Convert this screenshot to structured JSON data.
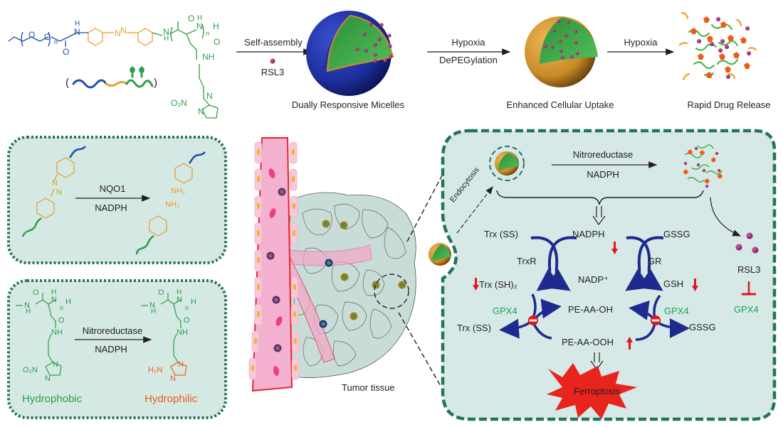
{
  "top_row": {
    "polymer": {
      "structure_labels": {
        "methoxy_o": "O",
        "peg_o": "O",
        "peg_n": "n",
        "amide_nh": "N",
        "amide_h": "H",
        "amide_o": "O",
        "azo_n1": "N",
        "azo_n2": "N",
        "nh_left": "N",
        "nh_left_h": "H",
        "backbone_nh": "N",
        "backbone_h": "H",
        "backbone_n": "n",
        "side_o": "O",
        "side_nh": "NH",
        "nitro": "O₂N",
        "ring_n1": "N",
        "ring_n2": "N"
      },
      "colors": {
        "peg": "#1f4ea8",
        "azo": "#e8a030",
        "pasp": "#2e9e48"
      }
    },
    "steps": [
      {
        "above": "Self-assembly",
        "below": "RSL3"
      },
      {
        "above": "Hypoxia",
        "below": "DePEGylation"
      },
      {
        "above": "Hypoxia",
        "below": ""
      }
    ],
    "captions": [
      "Dually Responsive Micelles",
      "Enhanced Cellular Uptake",
      "Rapid Drug Release"
    ]
  },
  "panel_azo": {
    "reagent_above": "NQO1",
    "reagent_below": "NADPH",
    "left_labels": {
      "n1": "N",
      "n2": "N"
    },
    "right_labels": {
      "nh2_a": "NH₂",
      "nh2_b": "NH₂"
    }
  },
  "panel_nitro": {
    "reagent_above": "Nitroreductase",
    "reagent_below": "NADPH",
    "left_label": "Hydrophobic",
    "right_label": "Hydrophilic",
    "left_struct": {
      "nh": "N",
      "h": "H",
      "nh2": "N",
      "h2": "H",
      "n": "n",
      "o1": "O",
      "o2": "O",
      "side_nh": "NH",
      "nitro": "O₂N",
      "ring_n1": "N",
      "ring_n2": "N"
    },
    "right_struct": {
      "nh": "N",
      "h": "H",
      "nh2": "N",
      "h2": "H",
      "n": "n",
      "o1": "O",
      "o2": "O",
      "side_nh": "NH",
      "amino": "H₂N",
      "ring_n1": "N",
      "ring_n2": "N"
    }
  },
  "tissue": {
    "caption": "Tumor tissue"
  },
  "cell": {
    "endocytosis": "Endocytosis",
    "reagent_above": "Nitroreductase",
    "reagent_below": "NADPH",
    "nodes": {
      "trx_ss_top": "Trx (SS)",
      "trxr": "TrxR",
      "nadph": "NADPH",
      "gssg_top": "GSSG",
      "gr": "GR",
      "nadp": "NADP⁺",
      "trx_sh2": "Trx (SH)₂",
      "gsh": "GSH",
      "gpx4_left": "GPX4",
      "gpx4_right": "GPX4",
      "pe_aa_oh": "PE-AA-OH",
      "pe_aa_ooh": "PE-AA-OOH",
      "trx_ss_bottom": "Trx (SS)",
      "gssg_bottom": "GSSG",
      "ferroptosis": "Ferroptosis",
      "rsl3": "RSL3",
      "gpx4_inhibited": "GPX4"
    },
    "colors": {
      "arc": "#1e2a8f",
      "down_arrow": "#e3141b",
      "panel_bg": "#d6e9e6",
      "panel_border": "#23735f",
      "burst": "#e8241c"
    }
  }
}
